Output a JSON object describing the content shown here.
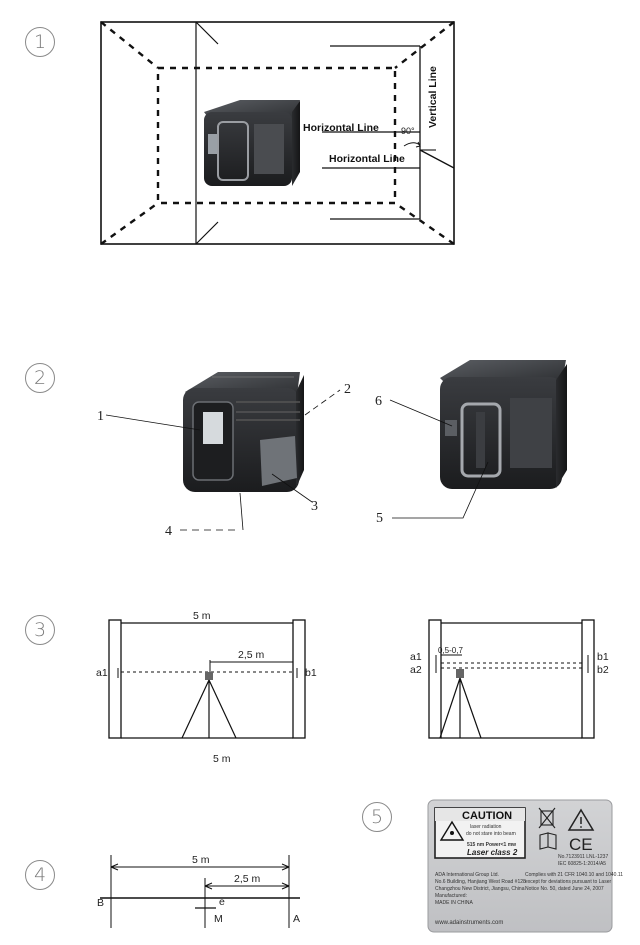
{
  "steps": [
    "1",
    "2",
    "3",
    "4",
    "5"
  ],
  "fig1": {
    "horizontal_line_a": "Horizontal Line",
    "horizontal_line_b": "Horizontal Line",
    "vertical_line": "Vertical Line",
    "angle": "90°"
  },
  "fig2": {
    "callouts": [
      "1",
      "2",
      "3",
      "4",
      "5",
      "6"
    ]
  },
  "fig3": {
    "distance_top": "5 m",
    "distance_bottom": "5 m",
    "half_distance": "2,5 m",
    "a1": "a1",
    "b1": "b1",
    "right_a1": "a1",
    "right_a2": "a2",
    "right_b1": "b1",
    "right_b2": "b2",
    "offset": "0,5-0,7"
  },
  "fig4": {
    "distance": "5 m",
    "half_distance": "2,5 m",
    "e": "e",
    "b": "B",
    "m": "M",
    "a": "A"
  },
  "label": {
    "caution": "CAUTION",
    "radiation_line1": "laser radiation",
    "radiation_line2": "do not stare into beam",
    "spec": "515 nm Power<1 mw",
    "laser_class": "Laser class 2",
    "company": "ADA International Group Ltd.",
    "address1": "No.6 Building, Hanjiang West Road #128",
    "address2": "Changzhou New District, Jiangsu, China",
    "manufactured": "Manufactured:",
    "made_in": "MADE IN CHINA",
    "complies1": "Complies with 21 CFR 1040.10 and 1040.11",
    "complies2": "except for deviations pursuant to Laser",
    "complies3": "Notice No. 50, dated June 24, 2007",
    "std1": "No.7123911 LNL-1237",
    "std2": "IEC 60825-1:2014/A5",
    "website": "www.adainstruments.com",
    "ce": "CE"
  }
}
